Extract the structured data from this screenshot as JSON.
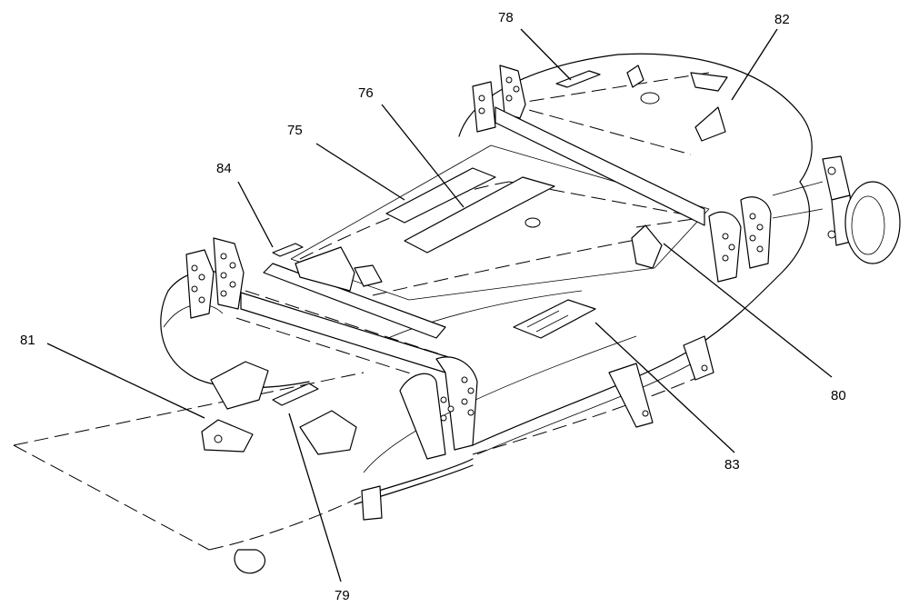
{
  "callouts": [
    {
      "id": "75",
      "label": "75"
    },
    {
      "id": "76",
      "label": "76"
    },
    {
      "id": "78",
      "label": "78"
    },
    {
      "id": "79",
      "label": "79"
    },
    {
      "id": "80",
      "label": "80"
    },
    {
      "id": "81",
      "label": "81"
    },
    {
      "id": "82",
      "label": "82"
    },
    {
      "id": "83",
      "label": "83"
    },
    {
      "id": "84",
      "label": "84"
    }
  ]
}
